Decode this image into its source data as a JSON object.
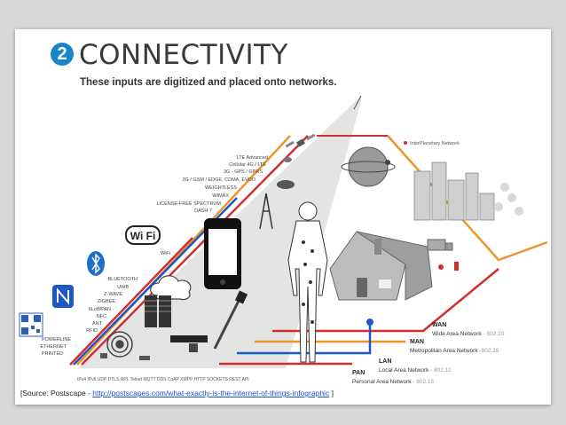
{
  "header": {
    "badge_number": "2",
    "title": "CONNECTIVITY",
    "subtitle": "These inputs are digitized and placed onto networks."
  },
  "cellular_labels": [
    "LTE Advanced",
    "Cellular 4G / LTE",
    "3G - GPS / GPRS",
    "2G / GSM / EDGE, CDMA, EVDO",
    "WEIGHTLESS",
    "WIMAX",
    "LICENSE-FREE SPECTRUM",
    "DASH 7"
  ],
  "wifi_label": "WiFi",
  "wifi_logo_text": "Wi Fi",
  "short_range_labels": [
    "BLUETOOTH",
    "UWB",
    "Z-WAVE",
    "ZIGBEE",
    "6LoWPAN",
    "NFC",
    "ANT",
    "RFID"
  ],
  "wired_labels": [
    "POWERLINE",
    "ETHERNET",
    "PRINTED"
  ],
  "protocols_label": "IPv4 IPv6 UDP DTLS RPL Telnet MQTT DDS CoAP XMPP HTTP SOCKETS REST API",
  "interplanetary_label": "InterPlanetary Network",
  "networks": [
    {
      "code": "WAN",
      "name": "Wide Area Network",
      "standard": "802.20",
      "color": "#d12f2f"
    },
    {
      "code": "MAN",
      "name": "Metropolitan Area Network",
      "standard": "802.16",
      "color": "#f0942a"
    },
    {
      "code": "LAN",
      "name": "Local Area Network",
      "standard": "802.11",
      "color": "#1d57c5"
    },
    {
      "code": "PAN",
      "name": "Personal Area Network",
      "standard": "802.15",
      "color": "#d12f2f"
    }
  ],
  "source": {
    "prefix": "[Source: Postscape - ",
    "url": "http://postscapes.com/what-exactly-is-the-internet-of-things-infographic",
    "suffix": " ]"
  },
  "colors": {
    "accent_blue": "#1a86c8",
    "line_red": "#d12f2f",
    "line_orange": "#f0942a",
    "line_blue": "#1d57c5",
    "beam_gray": "#e2e2e2"
  }
}
